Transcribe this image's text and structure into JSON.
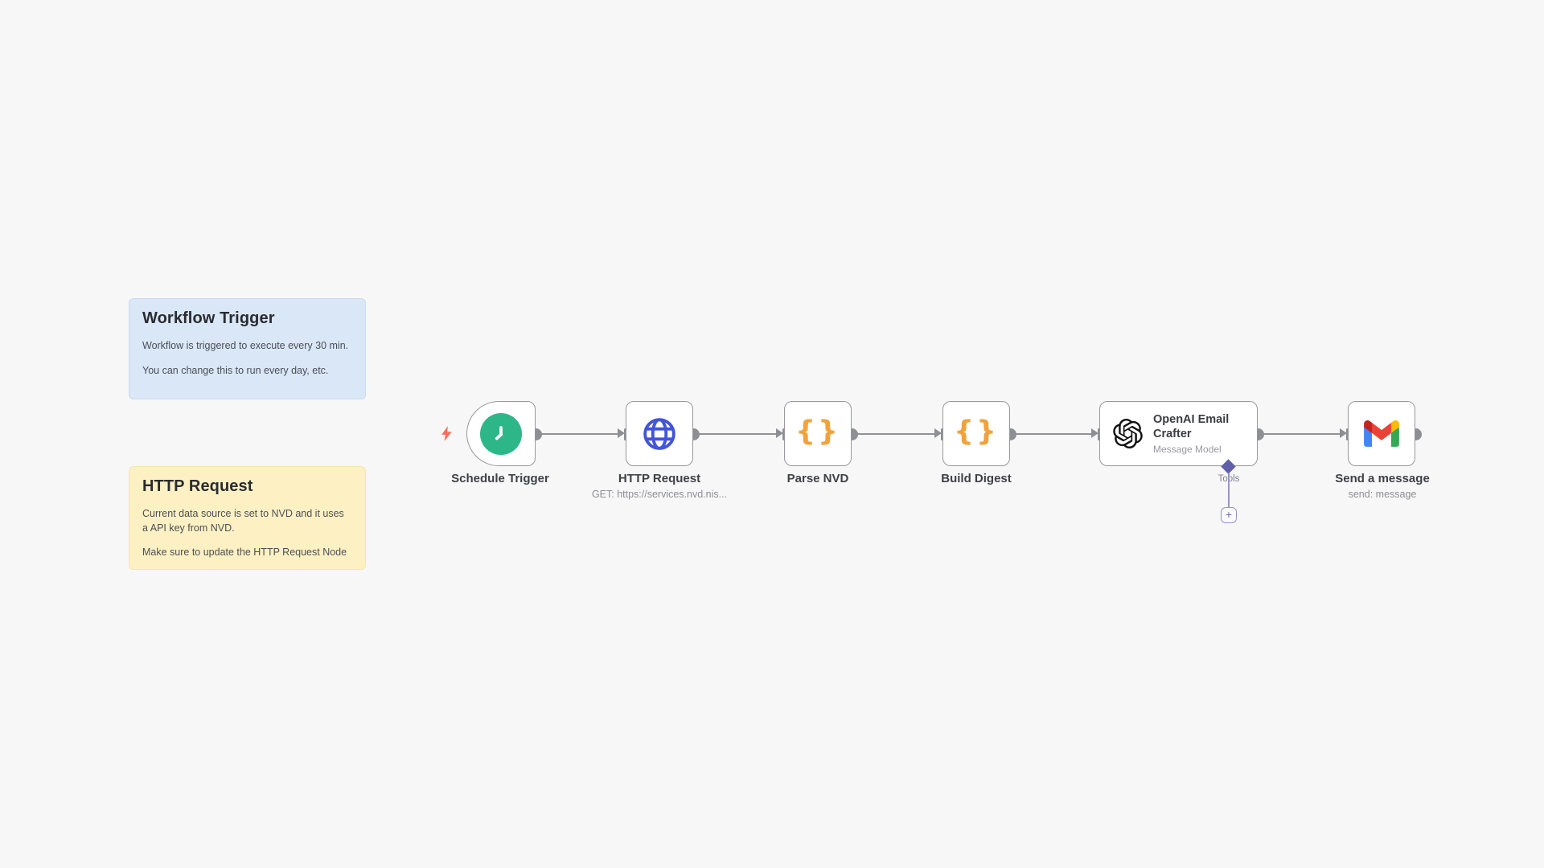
{
  "canvas": {
    "background_color": "#f7f7f7",
    "wire_color": "#919298",
    "node_border_color": "#97989d"
  },
  "sticky_notes": [
    {
      "title": "Workflow Trigger",
      "paragraphs": [
        "Workflow is triggered to execute every 30 min.",
        "You can change this to run every day, etc."
      ],
      "color": "#d9e7f7"
    },
    {
      "title": "HTTP Request",
      "paragraphs": [
        "Current data source is set to NVD and it uses a API key from NVD.",
        "Make sure to update the HTTP Request Node"
      ],
      "color": "#fdf1c4"
    }
  ],
  "workflow": {
    "nodes": [
      {
        "label": "Schedule Trigger",
        "icon": "clock-icon",
        "icon_color": "#2db788"
      },
      {
        "label": "HTTP Request",
        "sublabel": "GET: https://services.nvd.nis...",
        "icon": "globe-icon",
        "icon_color": "#4254d8"
      },
      {
        "label": "Parse NVD",
        "icon": "code-braces-icon",
        "icon_color": "#f0a23c"
      },
      {
        "label": "Build Digest",
        "icon": "code-braces-icon",
        "icon_color": "#f0a23c"
      },
      {
        "label": "OpenAI Email Crafter",
        "sublabel": "Message Model",
        "icon": "openai-icon",
        "icon_color": "#111111"
      },
      {
        "label": "Send a message",
        "sublabel": "send: message",
        "icon": "gmail-icon"
      }
    ],
    "code_glyph": "{}",
    "tools_connector": {
      "label": "Tools",
      "plus_label": "+",
      "color": "#605fa8"
    }
  }
}
